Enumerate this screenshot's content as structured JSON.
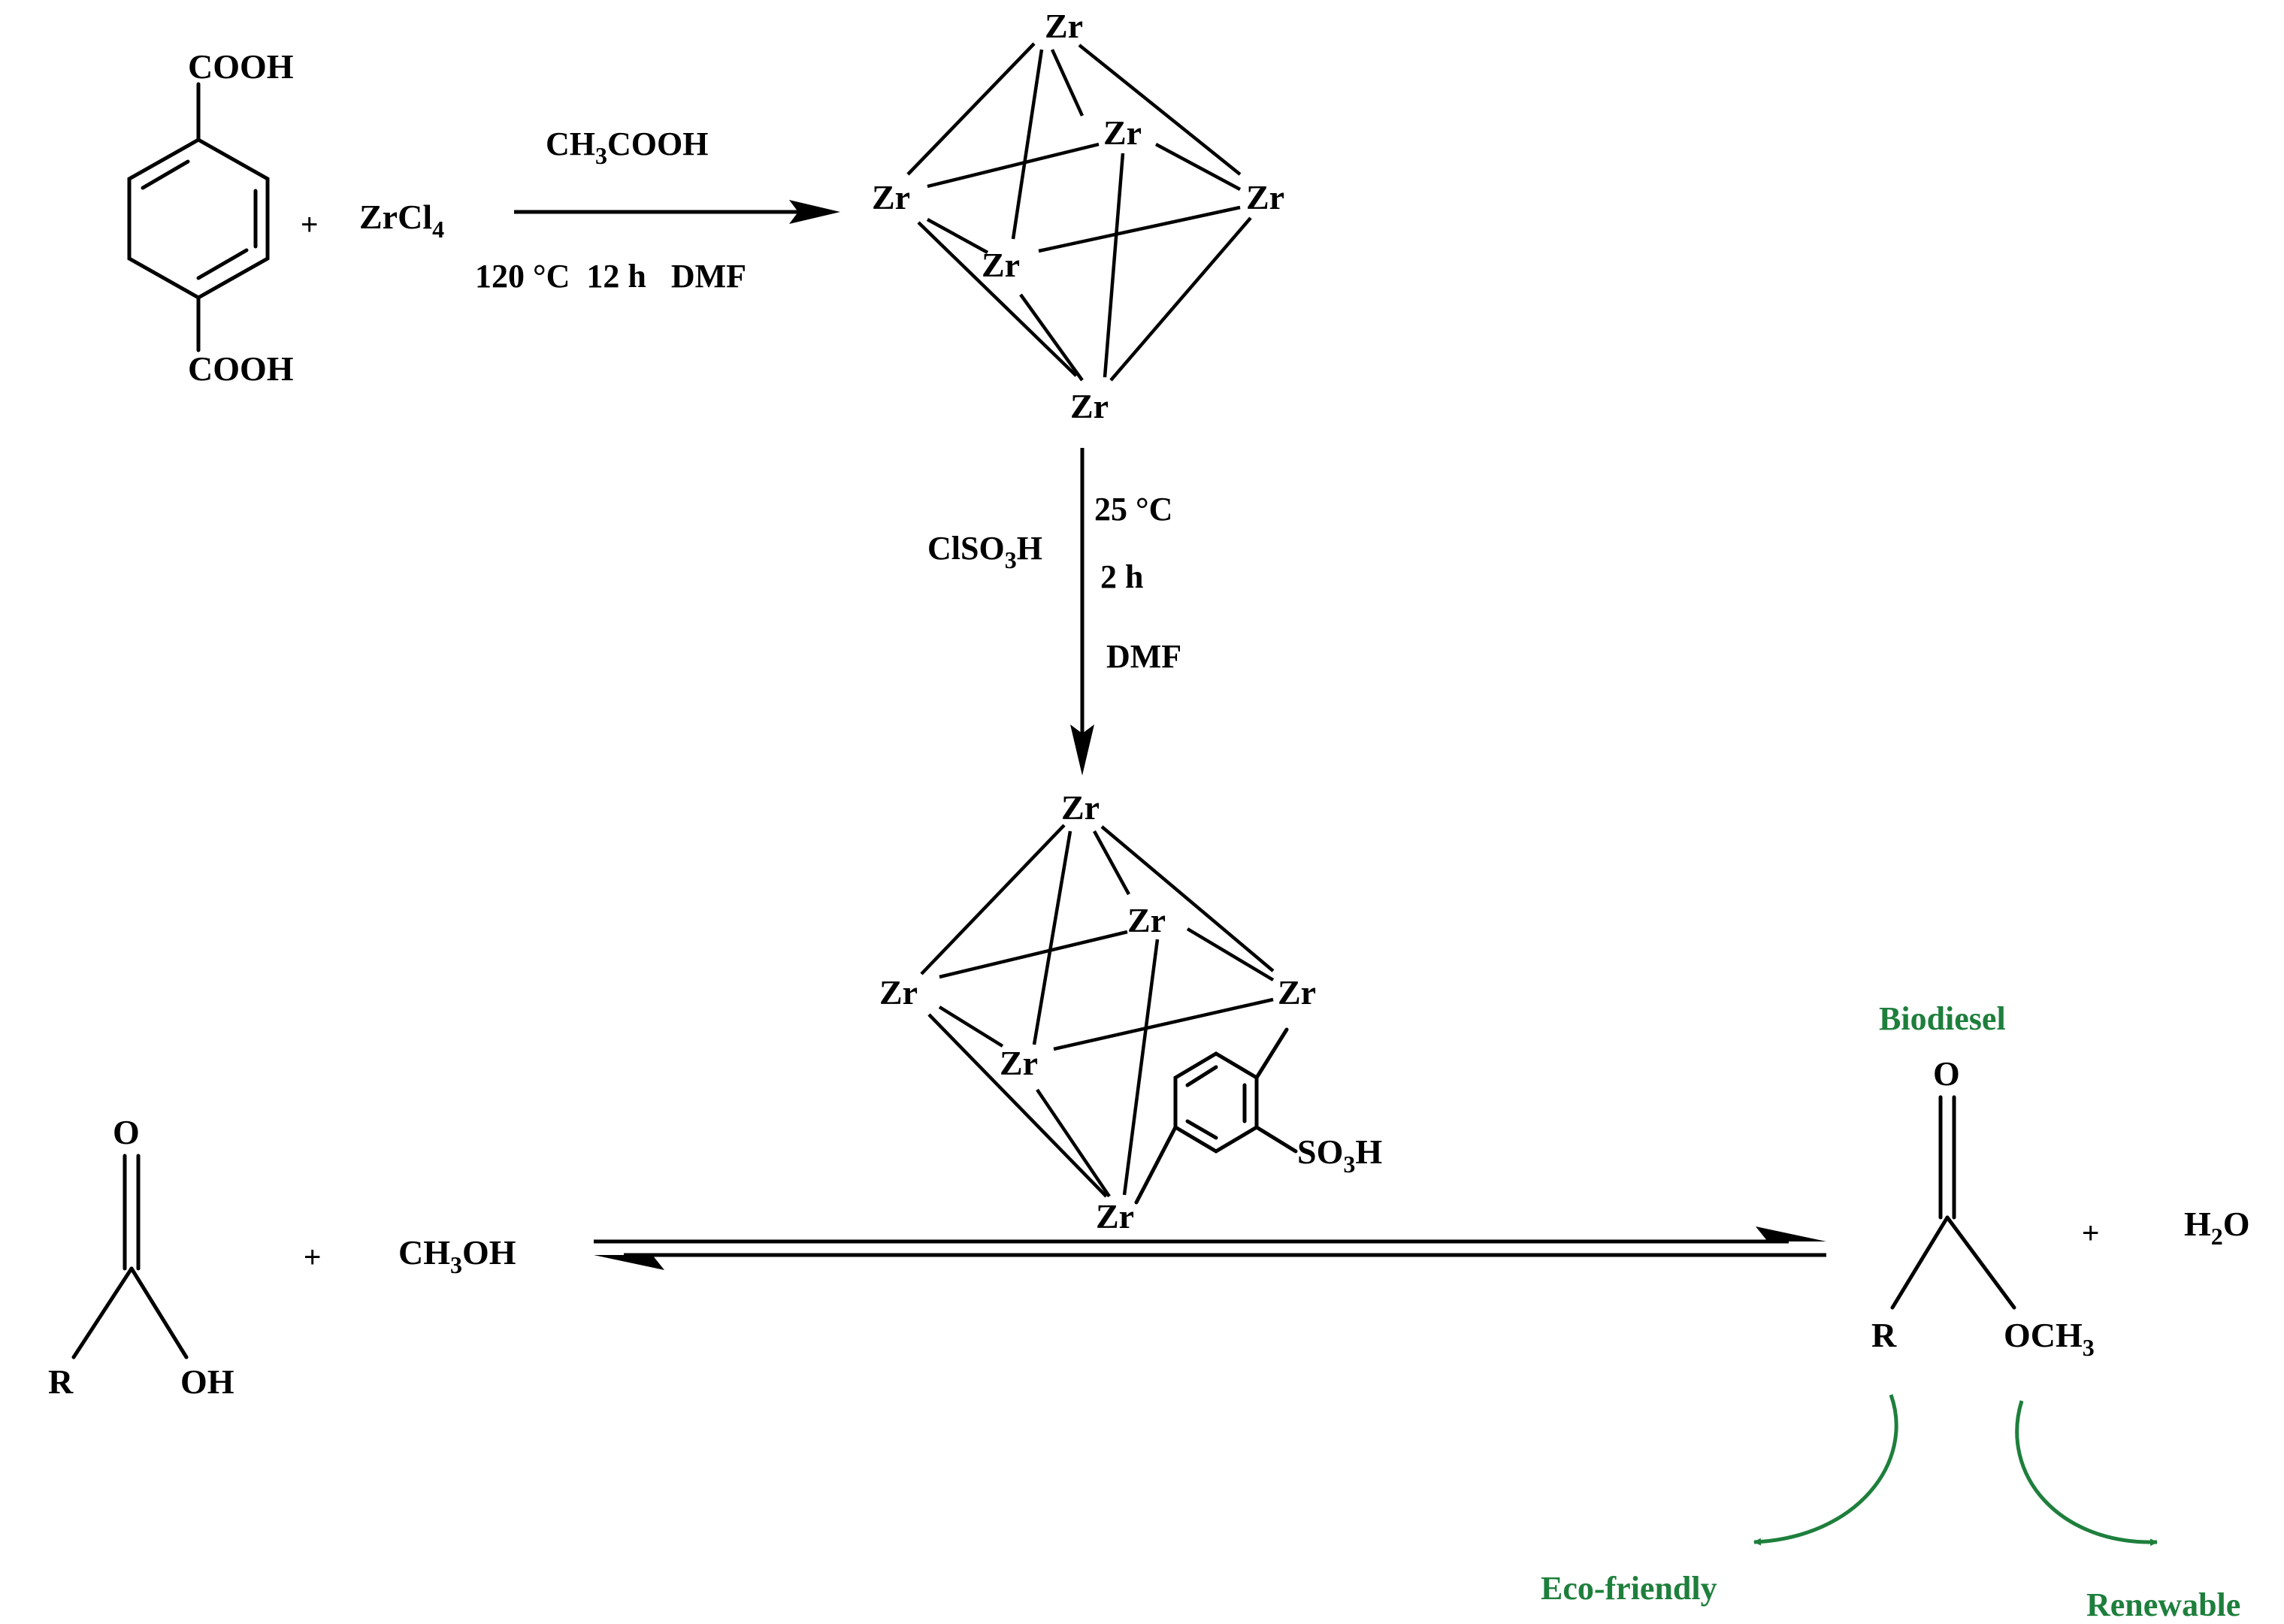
{
  "reactants": {
    "acid_top": "COOH",
    "acid_bottom": "COOH",
    "plus": "+",
    "zr_salt": "ZrCl",
    "zr_salt_sub": "4"
  },
  "step1": {
    "above_a": "CH",
    "above_sub": "3",
    "above_b": "COOH",
    "below": "120 °C  12 h   DMF"
  },
  "step2": {
    "reagent_a": "ClSO",
    "reagent_sub": "3",
    "reagent_b": "H",
    "temp": "25 °C",
    "time": "2 h",
    "solvent": "DMF"
  },
  "cluster": {
    "atom": "Zr"
  },
  "sulfonic": {
    "a": "SO",
    "sub": "3",
    "b": "H"
  },
  "esterification": {
    "acid_O": "O",
    "acid_R": "R",
    "acid_OH": "OH",
    "plus1": "+",
    "methanol_a": "CH",
    "methanol_sub": "3",
    "methanol_b": "OH",
    "product_label": "Biodiesel",
    "ester_O": "O",
    "ester_R": "R",
    "ester_och3_a": "OCH",
    "ester_och3_sub": "3",
    "plus2": "+",
    "water_a": "H",
    "water_sub": "2",
    "water_b": "O",
    "note_left": "Eco-friendly",
    "note_right": "Renewable"
  },
  "colors": {
    "ink": "#000000",
    "green": "#1e7f3c"
  }
}
